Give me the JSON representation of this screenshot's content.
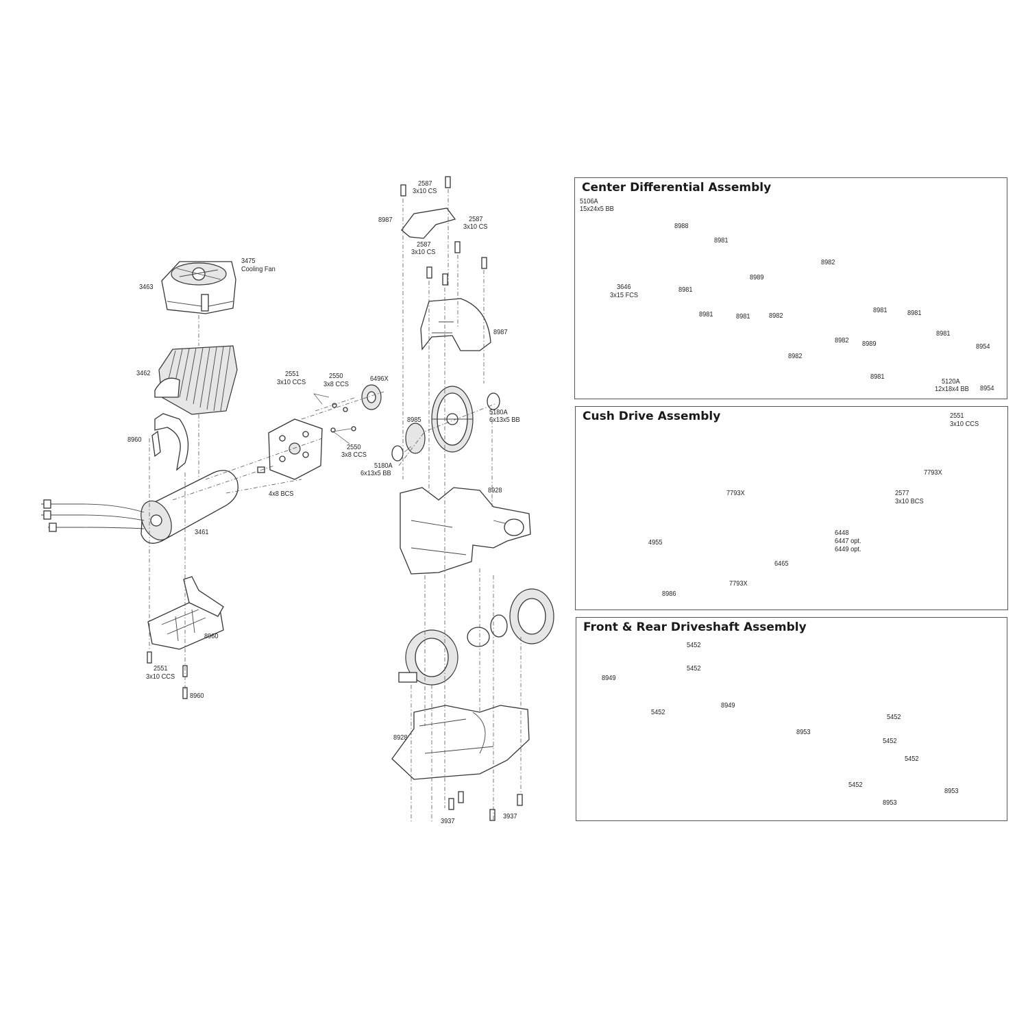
{
  "panels": {
    "center_diff": {
      "title": "Center Differential Assembly",
      "labels": [
        "5106A",
        "15x24x5 BB",
        "8988",
        "8981",
        "8981",
        "3646",
        "3x15 FCS",
        "8989",
        "8982",
        "8981",
        "8981",
        "8982",
        "8981",
        "8981",
        "8981",
        "8982",
        "8989",
        "8982",
        "8981",
        "8954",
        "5120A",
        "12x18x4 BB",
        "8954"
      ]
    },
    "cush_drive": {
      "title": "Cush Drive Assembly",
      "labels": [
        "2551",
        "3x10 CCS",
        "7793X",
        "7793X",
        "2577",
        "3x10 BCS",
        "4955",
        "6448",
        "6447 opt.",
        "6449 opt.",
        "6465",
        "7793X",
        "8986"
      ]
    },
    "driveshaft": {
      "title": "Front & Rear Driveshaft Assembly",
      "labels": [
        "5452",
        "5452",
        "8949",
        "8949",
        "5452",
        "8953",
        "5452",
        "5452",
        "5452",
        "5452",
        "8953",
        "8953"
      ]
    }
  },
  "main_labels": {
    "l_2587a": "2587",
    "l_3x10a": "3x10 CS",
    "l_8987a": "8987",
    "l_2587b": "2587",
    "l_3x10b": "3x10 CS",
    "l_2587c": "2587",
    "l_3x10c": "3x10 CS",
    "l_3475": "3475",
    "l_fan": "Cooling Fan",
    "l_3463": "3463",
    "l_8987b": "8987",
    "l_3462": "3462",
    "l_2551a": "2551",
    "l_3x10ccs": "3x10 CCS",
    "l_2550a": "2550",
    "l_3x8a": "3x8 CCS",
    "l_6496x": "6496X",
    "l_8985": "8985",
    "l_5180a": "5180A",
    "l_6x13a": "6x13x5 BB",
    "l_8960a": "8960",
    "l_2550b": "2550",
    "l_3x8b": "3x8 CCS",
    "l_5180b": "5180A",
    "l_6x13b": "6x13x5 BB",
    "l_4x8": "4x8 BCS",
    "l_8928a": "8928",
    "l_3461": "3461",
    "l_8960b": "8960",
    "l_2551b": "2551",
    "l_3x10ccs2": "3x10 CCS",
    "l_8960c": "8960",
    "l_8928b": "8928",
    "l_3937a": "3937",
    "l_3937b": "3937"
  }
}
